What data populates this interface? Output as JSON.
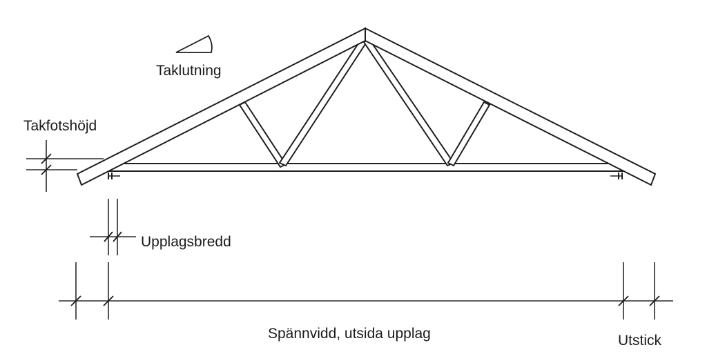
{
  "labels": {
    "roof_pitch": "Taklutning",
    "eave_height": "Takfotshöjd",
    "bearing_width": "Upplagsbredd",
    "span": "Spännvidd, utsida upplag",
    "overhang": "Utstick"
  },
  "colors": {
    "line": "#1f1f1f",
    "background": "#ffffff"
  },
  "icons": {
    "pitch_symbol": "triangle-icon"
  }
}
